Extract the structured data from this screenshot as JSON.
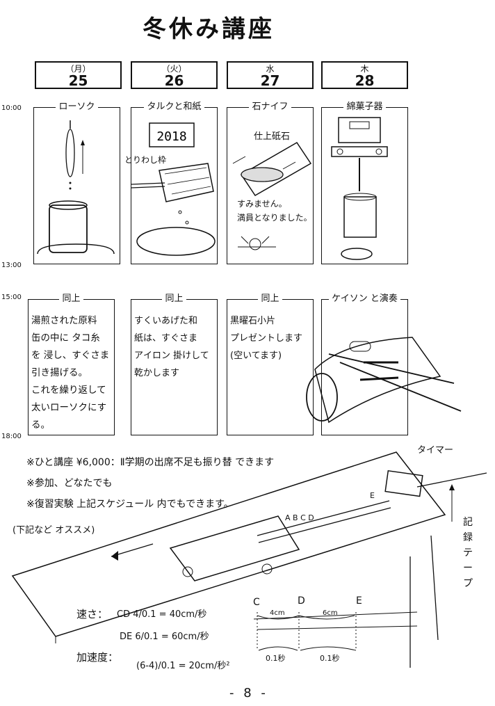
{
  "title": "冬休み講座",
  "days": [
    {
      "dow": "（月）",
      "date": "25"
    },
    {
      "dow": "（火）",
      "date": "26"
    },
    {
      "dow": "水",
      "date": "27"
    },
    {
      "dow": "木",
      "date": "28"
    }
  ],
  "times": [
    "10:00",
    "13:00",
    "15:00",
    "18:00"
  ],
  "morning": [
    {
      "title": "ローソク"
    },
    {
      "title": "タルクと和紙",
      "box_text": "2018",
      "side_label": "とりわし枠"
    },
    {
      "title": "石ナイフ",
      "caption": "仕上砥石",
      "note": "すみません。\n満員となりました。"
    },
    {
      "title": "綿菓子器"
    }
  ],
  "afternoon": [
    {
      "title": "同上",
      "text": "湯煎された原料\n缶の中に タコ糸\nを 浸し、すぐさま\n引き揚げる。\nこれを繰り返して\n太いローソクにする。"
    },
    {
      "title": "同上",
      "text": "すくいあげた和\n紙は、すぐさま\nアイロン 掛けして\n乾かします"
    },
    {
      "title": "同上",
      "text": "黒曜石小片\nプレゼントします\n(空いてます)"
    },
    {
      "title": "ケイソン と演奏"
    }
  ],
  "notes": [
    "※ひと講座 ¥6,000：Ⅱ学期の出席不足も振り替 できます",
    "※参加、どなたでも",
    "※復習実験 上記スケジュール 内でもできます。",
    "(下記など オススメ)"
  ],
  "diagram": {
    "timer_label": "タイマー",
    "tape_label": "記録テープ",
    "tape_points": "A B C  D",
    "point_e": "E",
    "ruler_labels": [
      "C",
      "D",
      "E"
    ],
    "seg1": "4cm",
    "seg2": "6cm",
    "t1": "0.1秒",
    "t2": "0.1秒",
    "speed_label": "速さ：",
    "speed_cd": "CD  4/0.1 = 40cm/秒",
    "speed_de": "DE  6/0.1 = 60cm/秒",
    "accel_label": "加速度：",
    "accel": "(6-4)/0.1 = 20cm/秒²"
  },
  "page_number": "- 8 -"
}
